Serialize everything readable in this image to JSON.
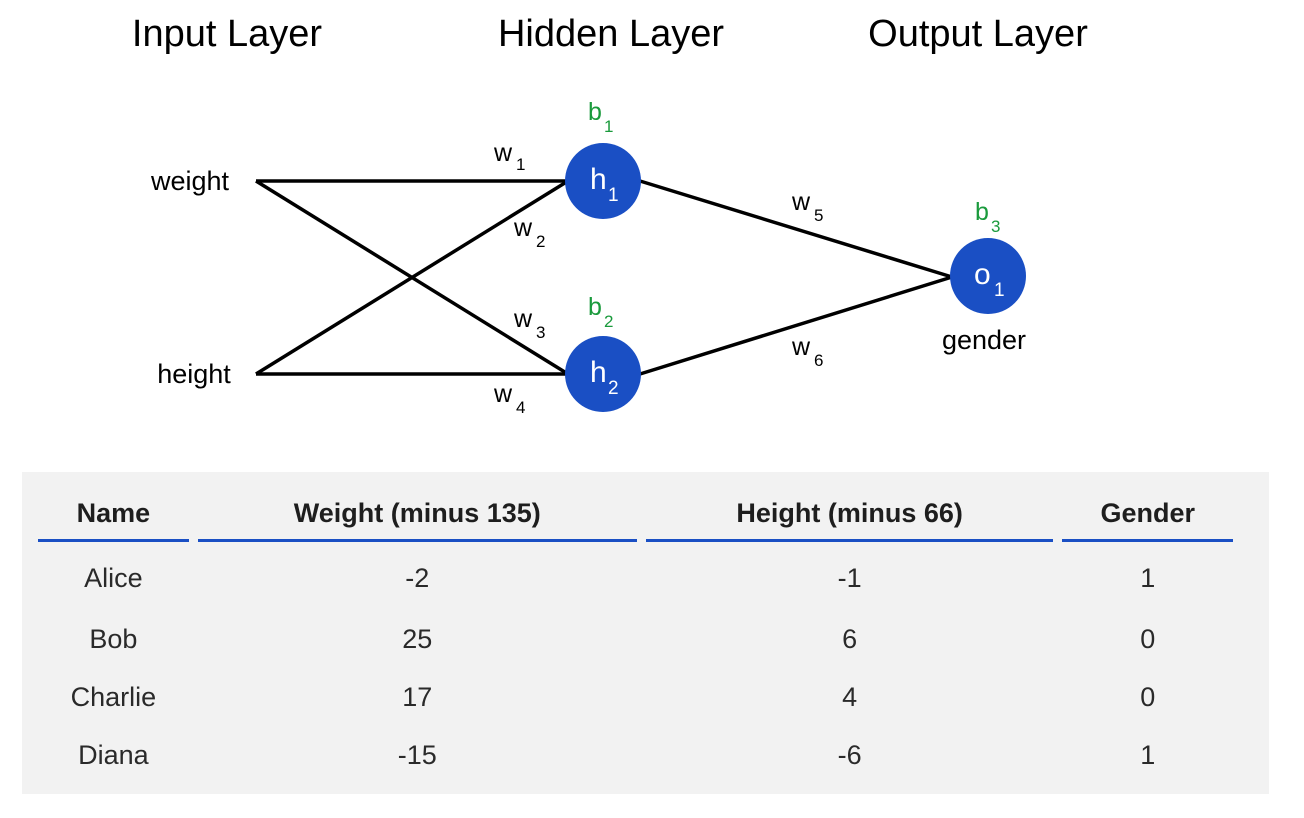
{
  "layers": {
    "input_title": "Input Layer",
    "hidden_title": "Hidden Layer",
    "output_title": "Output Layer"
  },
  "inputs": {
    "weight": "weight",
    "height": "height"
  },
  "weights": [
    {
      "base": "w",
      "sub": "1"
    },
    {
      "base": "w",
      "sub": "2"
    },
    {
      "base": "w",
      "sub": "3"
    },
    {
      "base": "w",
      "sub": "4"
    },
    {
      "base": "w",
      "sub": "5"
    },
    {
      "base": "w",
      "sub": "6"
    }
  ],
  "biases": [
    {
      "base": "b",
      "sub": "1"
    },
    {
      "base": "b",
      "sub": "2"
    },
    {
      "base": "b",
      "sub": "3"
    }
  ],
  "nodes": {
    "h1": {
      "base": "h",
      "sub": "1"
    },
    "h2": {
      "base": "h",
      "sub": "2"
    },
    "o1": {
      "base": "o",
      "sub": "1"
    }
  },
  "output_label": "gender",
  "colors": {
    "node": "#1a4fc4",
    "bias": "#1a9a3c",
    "table_header_rule": "#1a4fc4",
    "table_background": "#f2f2f2"
  },
  "table": {
    "headers": [
      "Name",
      "Weight (minus 135)",
      "Height (minus 66)",
      "Gender"
    ],
    "rows": [
      [
        "Alice",
        "-2",
        "-1",
        "1"
      ],
      [
        "Bob",
        "25",
        "6",
        "0"
      ],
      [
        "Charlie",
        "17",
        "4",
        "0"
      ],
      [
        "Diana",
        "-15",
        "-6",
        "1"
      ]
    ]
  }
}
